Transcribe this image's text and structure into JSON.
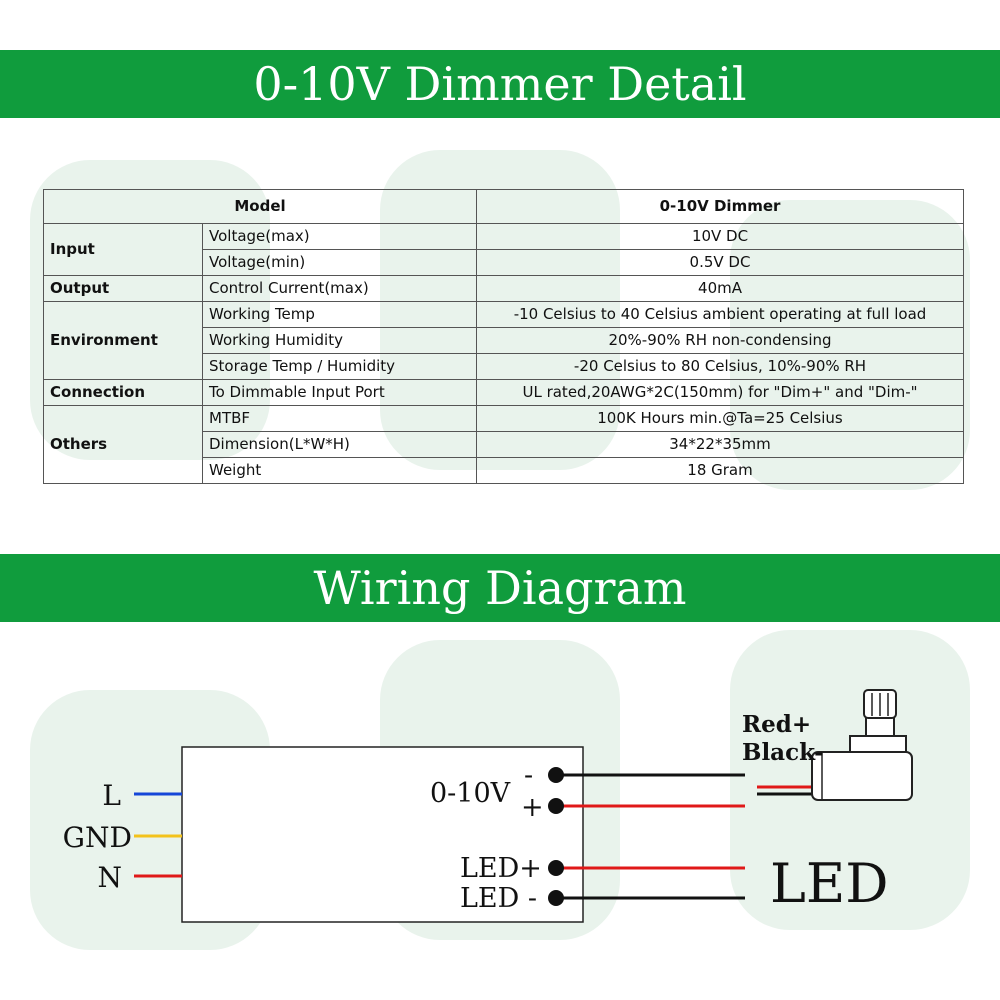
{
  "colors": {
    "banner": "#109c3d",
    "watermark": "#e9f3ec",
    "blue_wire": "#1546d8",
    "yellow_wire": "#f3c21b",
    "red_wire": "#e01818",
    "black_wire": "#111111"
  },
  "header_top": {
    "title": "0-10V Dimmer Detail"
  },
  "spec_table": {
    "header": {
      "model_label": "Model",
      "model_value": "0-10V Dimmer"
    },
    "groups": [
      {
        "name": "Input",
        "rows": [
          {
            "param": "Voltage(max)",
            "value": "10V DC"
          },
          {
            "param": "Voltage(min)",
            "value": "0.5V DC"
          }
        ]
      },
      {
        "name": "Output",
        "rows": [
          {
            "param": "Control Current(max)",
            "value": "40mA"
          }
        ]
      },
      {
        "name": "Environment",
        "rows": [
          {
            "param": "Working Temp",
            "value": "-10 Celsius to 40 Celsius ambient operating at full load"
          },
          {
            "param": "Working Humidity",
            "value": "20%-90% RH non-condensing"
          },
          {
            "param": "Storage Temp / Humidity",
            "value": "-20 Celsius to 80 Celsius, 10%-90% RH"
          }
        ]
      },
      {
        "name": "Connection",
        "rows": [
          {
            "param": "To Dimmable Input Port",
            "value": "UL rated,20AWG*2C(150mm) for \"Dim+\" and \"Dim-\""
          }
        ]
      },
      {
        "name": "Others",
        "rows": [
          {
            "param": "MTBF",
            "value": "100K Hours min.@Ta=25 Celsius"
          },
          {
            "param": "Dimension(L*W*H)",
            "value": "34*22*35mm"
          },
          {
            "param": "Weight",
            "value": "18 Gram"
          }
        ]
      }
    ]
  },
  "header_bottom": {
    "title": "Wiring Diagram"
  },
  "wiring": {
    "input_labels": {
      "l": "L",
      "gnd": "GND",
      "n": "N"
    },
    "dimmer_label": "0-10V",
    "dim_minus": "-",
    "dim_plus": "+",
    "led_plus": "LED+",
    "led_minus": "LED -",
    "potentiometer_red": "Red+",
    "potentiometer_black": "Black-",
    "led_label": "LED"
  }
}
